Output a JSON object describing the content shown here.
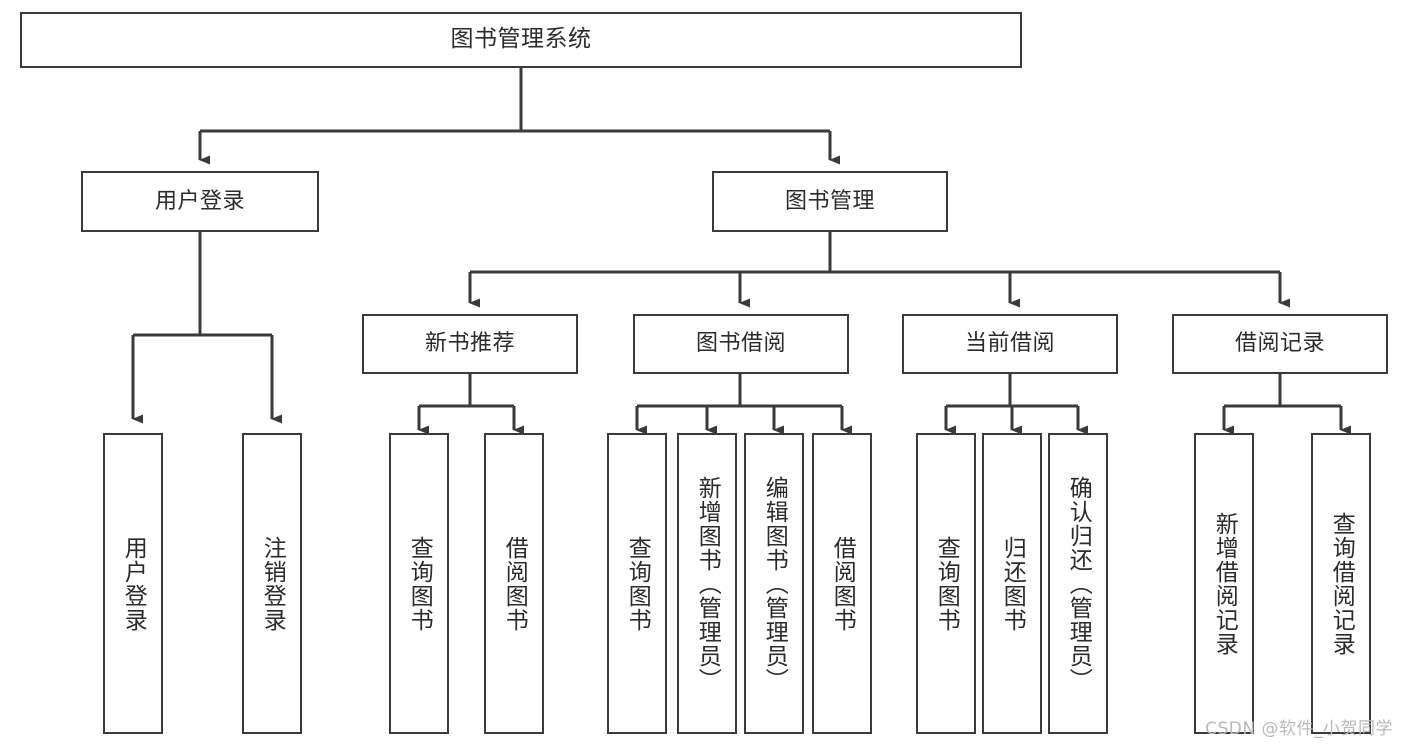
{
  "diagram": {
    "title": "图书管理系统",
    "watermark": "CSDN @软件_小贺同学",
    "stroke_color": "#3a3a3a",
    "fill_color": "#ffffff",
    "text_color": "#2b2b2b",
    "watermark_color": "#b9b9b9",
    "root": {
      "label": "图书管理系统"
    },
    "level1": [
      {
        "label": "用户登录"
      },
      {
        "label": "图书管理"
      }
    ],
    "level2": [
      {
        "label": "新书推荐"
      },
      {
        "label": "图书借阅"
      },
      {
        "label": "当前借阅"
      },
      {
        "label": "借阅记录"
      }
    ],
    "leaves": {
      "user_login": [
        {
          "label": "用户登录"
        },
        {
          "label": "注销登录"
        }
      ],
      "new_book_recommend": [
        {
          "label": "查询图书"
        },
        {
          "label": "借阅图书"
        }
      ],
      "book_borrow": [
        {
          "label": "查询图书"
        },
        {
          "label": "新增图书（管理员）"
        },
        {
          "label": "编辑图书（管理员）"
        },
        {
          "label": "借阅图书"
        }
      ],
      "current_borrow": [
        {
          "label": "查询图书"
        },
        {
          "label": "归还图书"
        },
        {
          "label": "确认归还（管理员）"
        }
      ],
      "borrow_record": [
        {
          "label": "新增借阅记录"
        },
        {
          "label": "查询借阅记录"
        }
      ]
    }
  }
}
